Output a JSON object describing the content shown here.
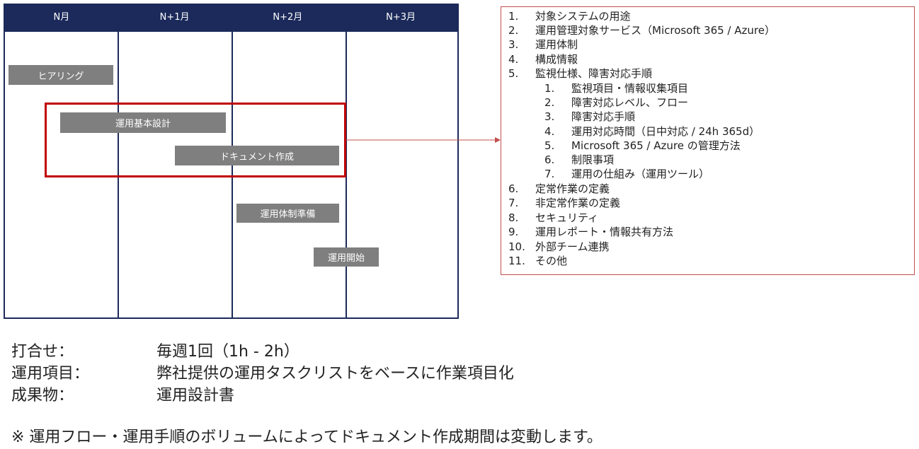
{
  "gantt": {
    "months": [
      "N月",
      "N+1月",
      "N+2月",
      "N+3月"
    ],
    "tasks": [
      {
        "label": "ヒアリング"
      },
      {
        "label": "運用基本設計"
      },
      {
        "label": "ドキュメント作成"
      },
      {
        "label": "運用体制準備"
      },
      {
        "label": "運用開始"
      }
    ]
  },
  "details": {
    "items": [
      {
        "num": "1.",
        "text": "対象システムの用途"
      },
      {
        "num": "2.",
        "text": "運用管理対象サービス（Microsoft 365 / Azure）"
      },
      {
        "num": "3.",
        "text": "運用体制"
      },
      {
        "num": "4.",
        "text": "構成情報"
      },
      {
        "num": "5.",
        "text": "監視仕様、障害対応手順",
        "sub": [
          {
            "num": "1.",
            "text": "監視項目・情報収集項目"
          },
          {
            "num": "2.",
            "text": "障害対応レベル、フロー"
          },
          {
            "num": "3.",
            "text": "障害対応手順"
          },
          {
            "num": "4.",
            "text": "運用対応時間（日中対応 / 24h 365d）"
          },
          {
            "num": "5.",
            "text": "Microsoft 365 / Azure の管理方法"
          },
          {
            "num": "6.",
            "text": "制限事項"
          },
          {
            "num": "7.",
            "text": "運用の仕組み（運用ツール）"
          }
        ]
      },
      {
        "num": "6.",
        "text": "定常作業の定義"
      },
      {
        "num": "7.",
        "text": "非定常作業の定義"
      },
      {
        "num": "8.",
        "text": "セキュリティ"
      },
      {
        "num": "9.",
        "text": "運用レポート・情報共有方法"
      },
      {
        "num": "10.",
        "text": "外部チーム連携"
      },
      {
        "num": "11.",
        "text": "その他"
      }
    ]
  },
  "summary": {
    "meeting_label": "打合せ：",
    "meeting_value": "毎週1回（1h - 2h）",
    "items_label": "運用項目：",
    "items_value": "弊社提供の運用タスクリストをベースに作業項目化",
    "deliverable_label": "成果物：",
    "deliverable_value": "運用設計書",
    "note": "※ 運用フロー・運用手順のボリュームによってドキュメント作成期間は変動します。"
  },
  "colors": {
    "header_navy": "#1b2a5a",
    "task_gray": "#7f7f7f",
    "highlight_red": "#c00000",
    "detail_border": "#c0504d"
  }
}
